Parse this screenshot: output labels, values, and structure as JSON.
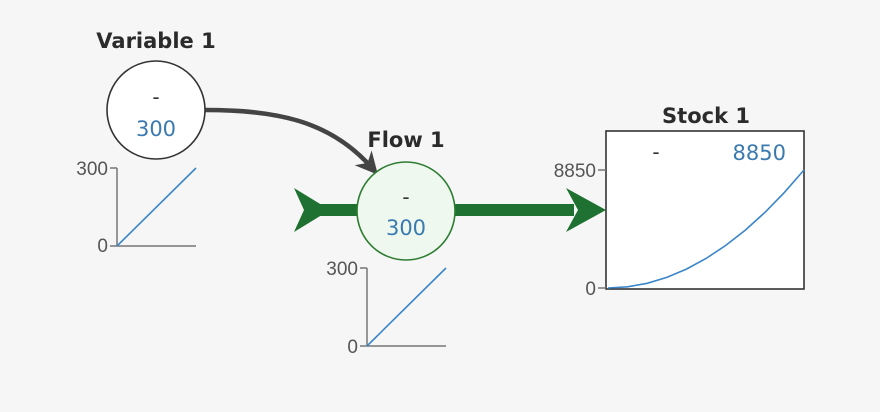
{
  "variable": {
    "title": "Variable 1",
    "unit": "-",
    "value": "300",
    "chart": {
      "y_max_label": "300",
      "y_min_label": "0"
    }
  },
  "flow": {
    "title": "Flow 1",
    "unit": "-",
    "value": "300",
    "chart": {
      "y_max_label": "300",
      "y_min_label": "0"
    }
  },
  "stock": {
    "title": "Stock 1",
    "unit": "-",
    "value": "8850",
    "chart": {
      "y_max_label": "8850",
      "y_min_label": "0"
    }
  },
  "colors": {
    "flow_arrow": "#1e7130",
    "link_arrow": "#444444",
    "series": "#3a86c8",
    "value_text": "#3a7ab0",
    "flow_node_fill": "#eef8ee",
    "flow_node_stroke": "#2e7d32"
  },
  "chart_data": [
    {
      "type": "line",
      "name": "variable-sparkline",
      "x": [
        0,
        1
      ],
      "series": [
        {
          "values": [
            0,
            300
          ]
        }
      ],
      "ylim": [
        0,
        300
      ]
    },
    {
      "type": "line",
      "name": "flow-sparkline",
      "x": [
        0,
        1
      ],
      "series": [
        {
          "values": [
            0,
            300
          ]
        }
      ],
      "ylim": [
        0,
        300
      ]
    },
    {
      "type": "line",
      "name": "stock-curve",
      "x": [
        0,
        0.1,
        0.2,
        0.3,
        0.4,
        0.5,
        0.6,
        0.7,
        0.8,
        0.9,
        1
      ],
      "series": [
        {
          "values": [
            0,
            88.5,
            354,
            796.5,
            1416,
            2212.5,
            3186,
            4336.5,
            5664,
            7168.5,
            8850
          ]
        }
      ],
      "ylim": [
        0,
        8850
      ]
    }
  ]
}
